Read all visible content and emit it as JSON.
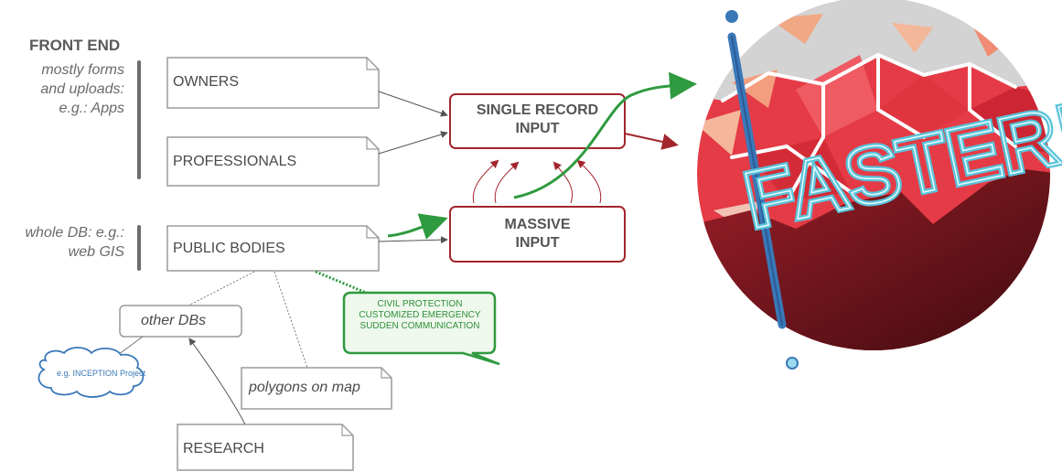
{
  "left_panel": {
    "front_end_title": "FRONT END",
    "front_end_note": "mostly forms and uploads: e.g.: Apps",
    "db_note": "whole DB: e.g.: web GIS"
  },
  "sources": {
    "owners": "OWNERS",
    "professionals": "PROFESSIONALS",
    "public_bodies": "PUBLIC BODIES",
    "other_dbs": "other DBs",
    "polygons": "polygons on map",
    "research": "RESEARCH"
  },
  "inputs": {
    "single_record": "SINGLE RECORD INPUT",
    "massive": "MASSIVE INPUT"
  },
  "callouts": {
    "civil_protection": "CIVIL PROTECTION CUSTOMIZED EMERGENCY SUDDEN COMMUNICATION",
    "inception": "e.g. INCEPTION Project"
  },
  "logo": {
    "word": "FASTER!",
    "colors": [
      "#e53b46",
      "#a3172a",
      "#5a1016",
      "#58c3d9",
      "#3a78b8"
    ]
  },
  "colors": {
    "accent_green": "#2f9a3f",
    "accent_red": "#a3262d",
    "box_border": "#9a9a9a"
  }
}
